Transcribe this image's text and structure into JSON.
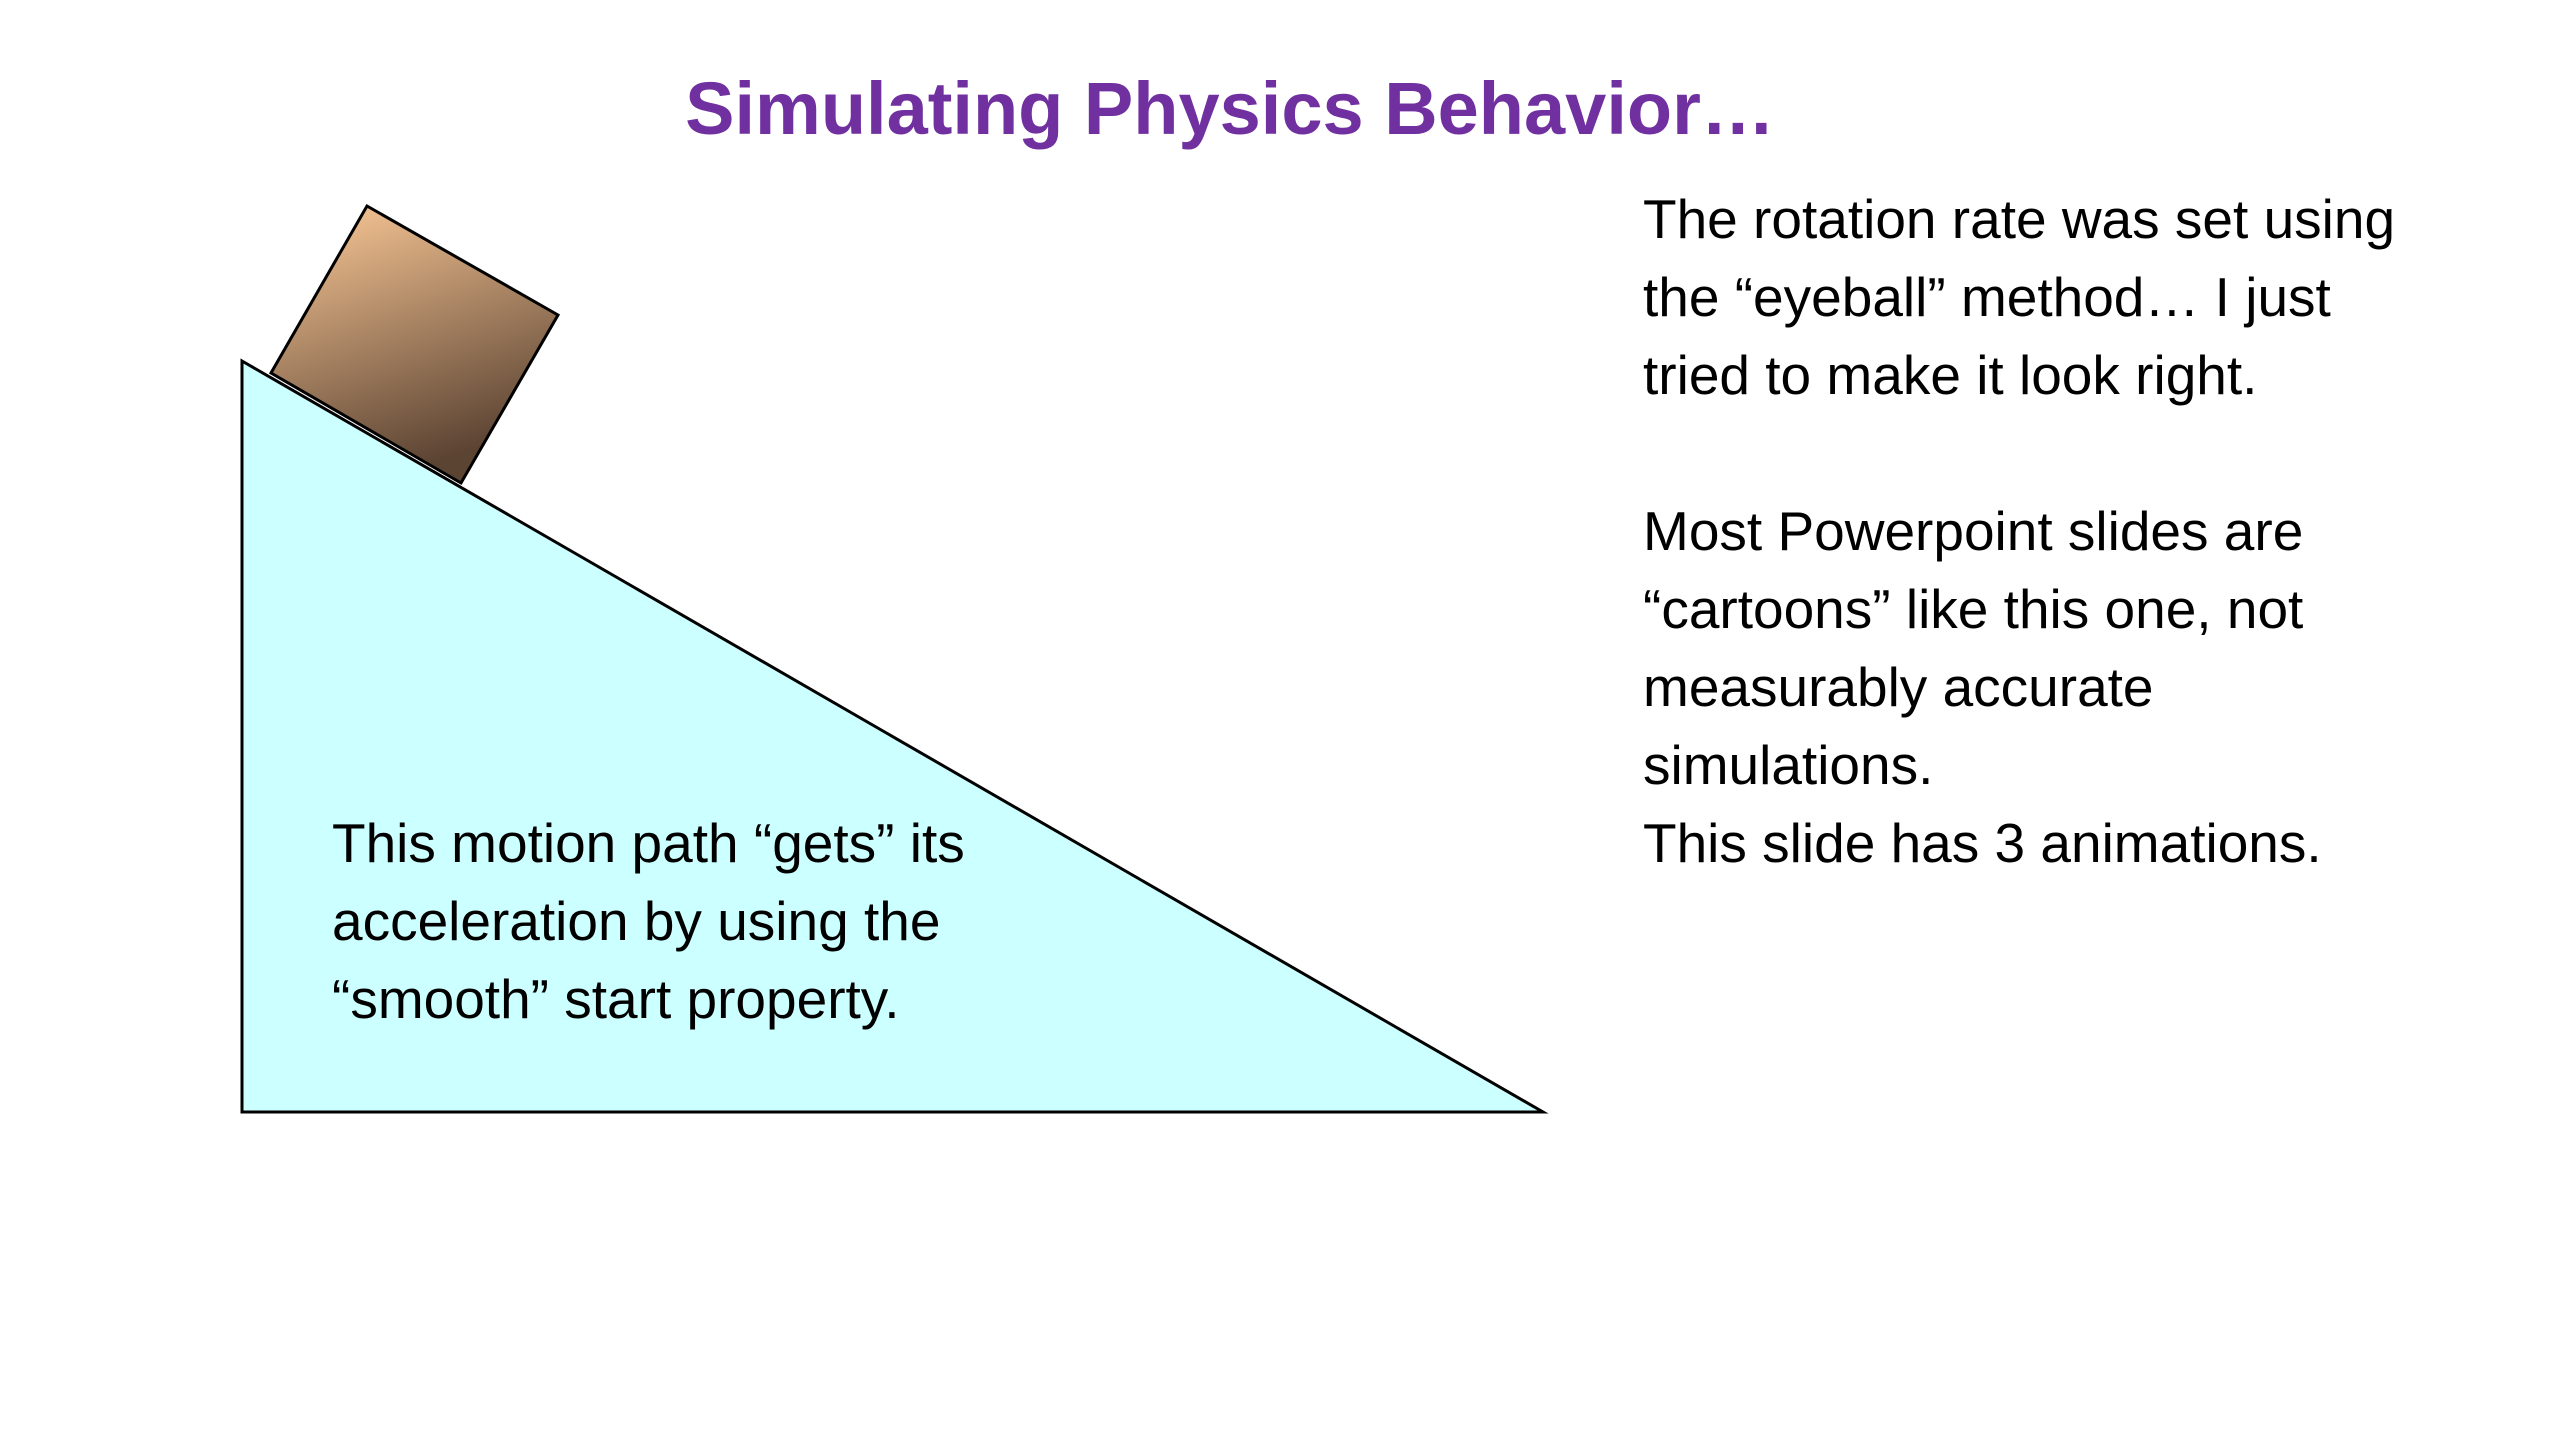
{
  "slide": {
    "title": "Simulating Physics Behavior…",
    "colors": {
      "title": "#7030a0",
      "incline_fill": "#ccffff",
      "incline_stroke": "#000000",
      "block_gradient_light": "#ffcc99",
      "block_gradient_dark": "#5c4433",
      "text": "#000000"
    }
  },
  "notes": {
    "lines_1": [
      "The rotation rate was set using",
      "the “eyeball” method… I just",
      "tried to make it look right."
    ],
    "lines_2": [
      "Most Powerpoint slides are",
      "“cartoons” like this one, not",
      "measurably accurate",
      "simulations.",
      "This slide has 3 animations."
    ]
  },
  "incline": {
    "caption_lines": [
      "This motion path “gets” its",
      "acceleration by using the",
      "“smooth” start property."
    ]
  }
}
